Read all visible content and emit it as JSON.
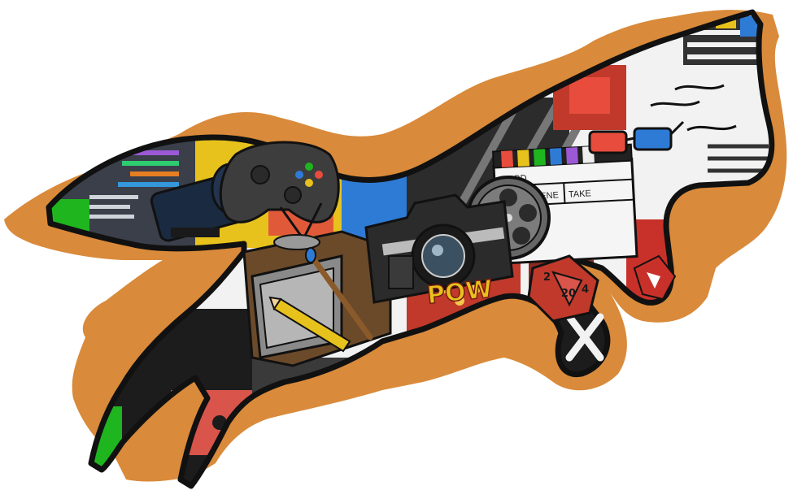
{
  "image": {
    "colors": {
      "background": "#ffffff",
      "splash": "#d98a3a",
      "outline": "#111111",
      "tv_wood": "#6b4a2a",
      "tv_grey": "#8a8a8a",
      "camera_body": "#2b2b2b",
      "sock_red": "#d9544a",
      "leg_black": "#1c1c1c",
      "green_accent": "#1fb51f",
      "tail_white": "#f2f2f2",
      "game_blue": "#2e7bd6",
      "pencil_yellow": "#e8c21c"
    },
    "labels": {
      "clapper_scene": "SCENE",
      "clapper_take": "TAKE",
      "clapper_prod": "PROD",
      "comic_pow": "POW",
      "dice_numbers": [
        "2",
        "20",
        "4"
      ]
    },
    "icons": [
      "fox-collage",
      "film-clapperboard",
      "film-reel",
      "3d-glasses",
      "slr-camera",
      "retro-tv",
      "game-controller",
      "stage-spotlight",
      "d20-dice",
      "pencil",
      "paintbrush"
    ]
  }
}
